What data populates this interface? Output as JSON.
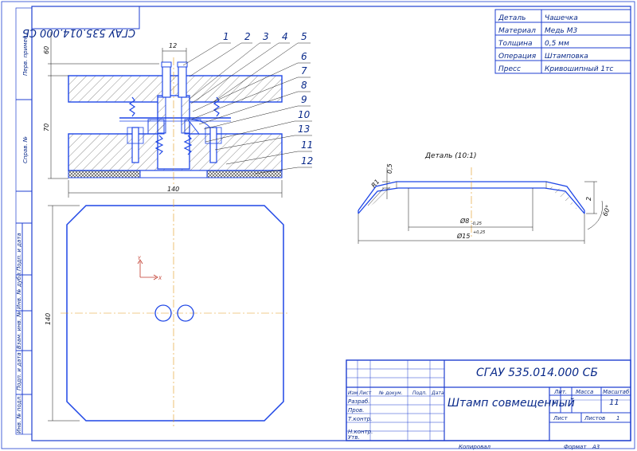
{
  "spec_table": {
    "rows": [
      {
        "label": "Деталь",
        "value": "Чашечка"
      },
      {
        "label": "Материал",
        "value": "Медь М3"
      },
      {
        "label": "Толщина",
        "value": "0,5 мм"
      },
      {
        "label": "Операция",
        "value": "Штамповка"
      },
      {
        "label": "Пресс",
        "value": "Кривошипный 1тс"
      }
    ]
  },
  "mirror_designation": "СГАУ 535.014.000 СБ",
  "left_margin_labels": [
    "Перв. примен.",
    "Справ. №",
    "Подп. и дата",
    "Инв. № дубл.",
    "Взам. инв. №",
    "Подп. и дата",
    "Инв. № подл."
  ],
  "section_view": {
    "callouts": [
      "1",
      "2",
      "3",
      "4",
      "5",
      "6",
      "7",
      "8",
      "9",
      "10",
      "13",
      "11",
      "12"
    ],
    "dim_top": "12",
    "dim_left_top": "60",
    "dim_left_mid": "70",
    "dim_bottom": "140"
  },
  "plan_view": {
    "dim_left": "140",
    "axis_y": "Y",
    "axis_x": "X"
  },
  "detail_view": {
    "title": "Деталь (10:1)",
    "dim_thickness": "0,5",
    "dim_radius": "R1",
    "dim_height": "2",
    "dim_angle": "60°",
    "dim_inner": "Ø8",
    "dim_inner_tol": "-0,25",
    "dim_outer": "Ø15",
    "dim_outer_tol": "+0,25"
  },
  "title_block": {
    "designation": "СГАУ 535.014.000 СБ",
    "name": "Штамп совмещенный",
    "col_headers": [
      "Изм",
      "Лист",
      "№ докум.",
      "Подп.",
      "Дата"
    ],
    "roles": [
      "Разраб.",
      "Пров.",
      "Т.контр.",
      "Н.контр.",
      "Утв."
    ],
    "lit_header": "Лит.",
    "mass_header": "Масса",
    "scale_header": "Масштаб",
    "lit_value": "У",
    "scale_value": "11",
    "sheet_label": "Лист",
    "sheets_label": "Листов",
    "sheets_value": "1"
  },
  "footer": {
    "copied": "Копировал",
    "format_label": "Формат",
    "format_value": "А3"
  }
}
